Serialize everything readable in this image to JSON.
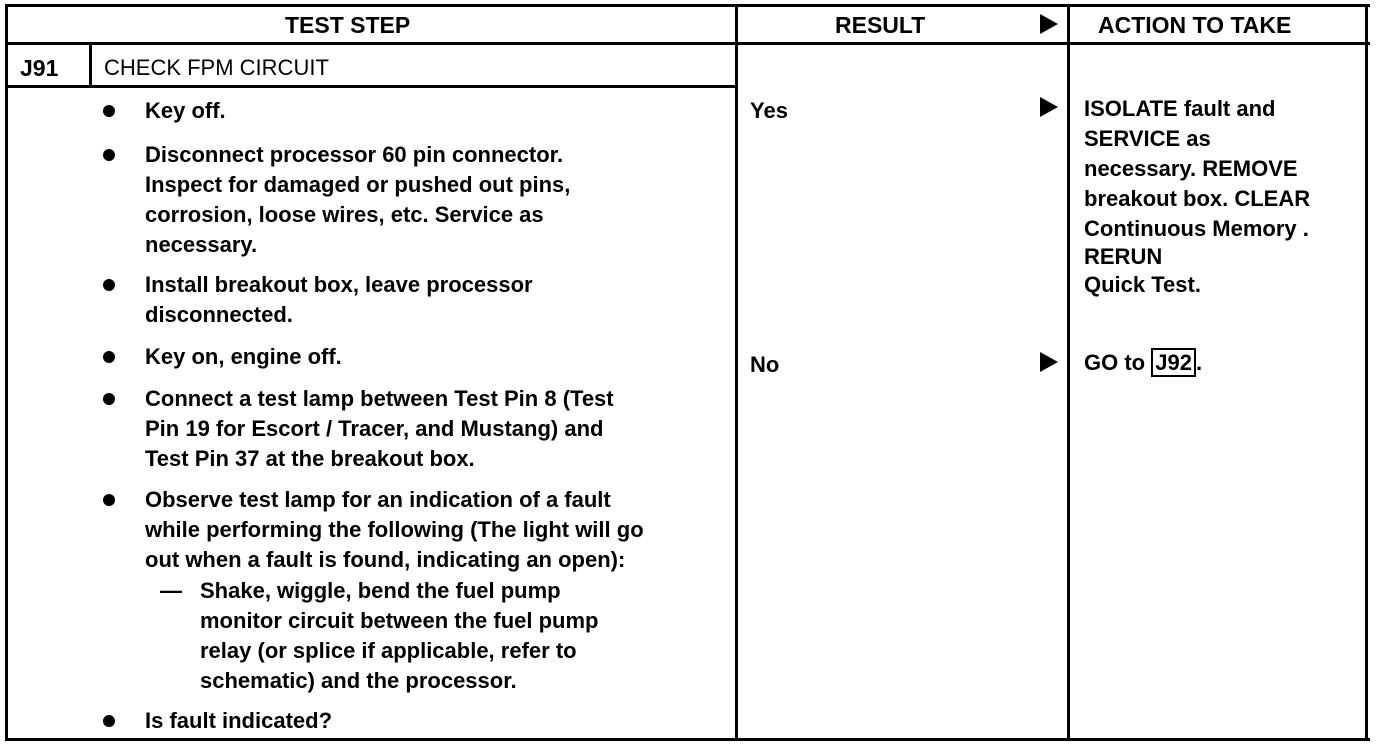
{
  "header": {
    "test_step": "TEST STEP",
    "result": "RESULT",
    "action": "ACTION TO TAKE"
  },
  "step": {
    "code": "J91",
    "title": "CHECK FPM CIRCUIT"
  },
  "bullets": [
    {
      "lines": [
        "Key off."
      ]
    },
    {
      "lines": [
        "Disconnect processor 60 pin connector.",
        "Inspect for damaged or pushed out pins,",
        "corrosion, loose wires, etc. Service as",
        "necessary."
      ]
    },
    {
      "lines": [
        "Install breakout box, leave processor",
        "disconnected."
      ]
    },
    {
      "lines": [
        "Key on, engine off."
      ]
    },
    {
      "lines": [
        "Connect a test lamp between Test Pin 8 (Test",
        "Pin 19 for Escort / Tracer, and Mustang) and",
        "Test Pin 37 at the breakout box."
      ]
    },
    {
      "lines": [
        "Observe test lamp for an indication of a fault",
        "while performing the following (The light will go",
        "out when a fault is found, indicating an open):"
      ]
    },
    {
      "lines": [
        "Is fault indicated?"
      ]
    }
  ],
  "sub_item": {
    "dash": "—",
    "lines": [
      "Shake, wiggle, bend the fuel pump",
      "monitor circuit between the fuel pump",
      "relay (or splice if applicable, refer to",
      "schematic) and the processor."
    ]
  },
  "results": [
    {
      "result": "Yes",
      "action_lines": [
        "ISOLATE fault and",
        "SERVICE as",
        "necessary. REMOVE",
        "breakout box. CLEAR",
        "Continuous Memory .",
        "RERUN",
        "Quick Test."
      ]
    },
    {
      "result": "No",
      "action_prefix": "GO to",
      "action_link": "J92",
      "action_suffix": "."
    }
  ],
  "icons": {
    "arrow": "right-triangle-arrow",
    "bullet": "filled-circle-bullet"
  }
}
